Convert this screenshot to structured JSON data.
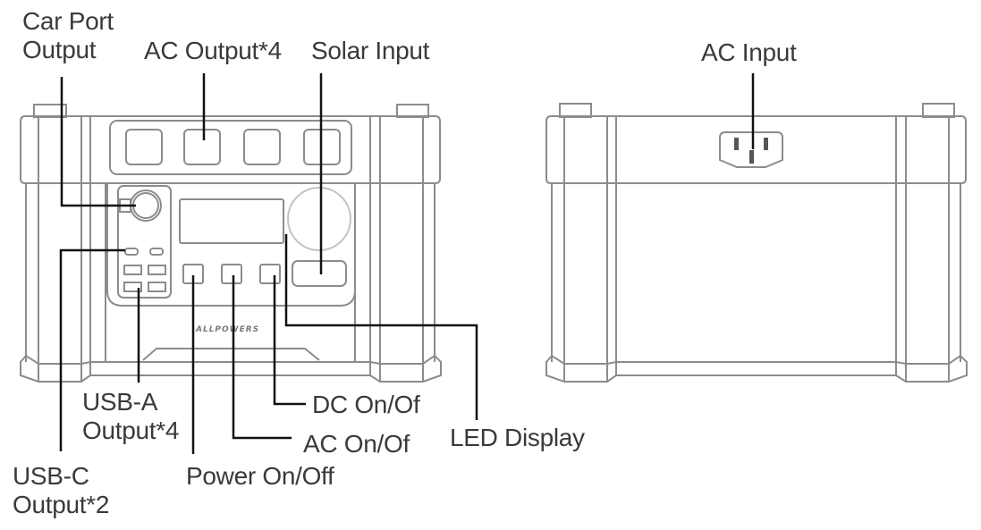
{
  "title": "Power station front and back panel diagram",
  "colors": {
    "outline": "#8c8c8c",
    "solar_circle": "#c4c4c4",
    "leader": "#111111",
    "label_text": "#3a3a3a",
    "ac_pin": "#555555"
  },
  "front_view": {
    "brand_logo": "ALLPOWERS",
    "labels": {
      "car_port": [
        "Car Port",
        "Output"
      ],
      "ac_output": "AC Output*4",
      "solar_input": "Solar Input",
      "usb_a": [
        "USB-A",
        "Output*4"
      ],
      "usb_c": [
        "USB-C",
        "Output*2"
      ],
      "power_btn": "Power On/Off",
      "ac_btn": "AC On/Of",
      "dc_btn": "DC On/Of",
      "led_display": "LED Display"
    }
  },
  "back_view": {
    "labels": {
      "ac_input": "AC Input"
    }
  }
}
